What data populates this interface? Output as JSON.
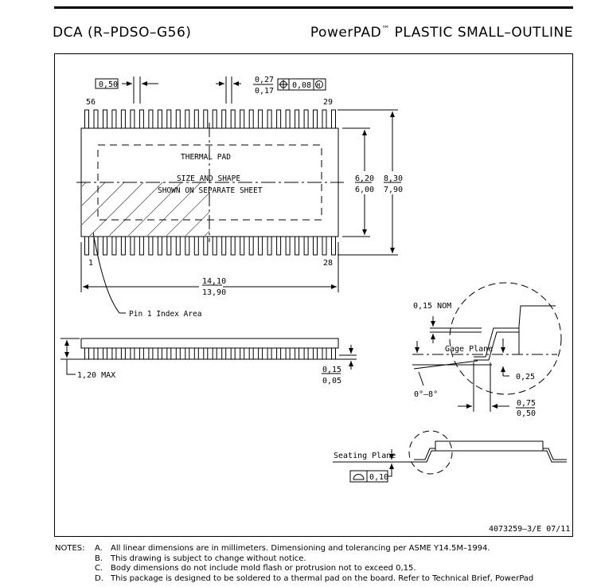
{
  "header": {
    "left": "DCA (R–PDSO–G56)",
    "right_brand": "PowerPAD",
    "right_tm": "™",
    "right_rest": "PLASTIC SMALL–OUTLINE"
  },
  "top_view": {
    "pitch": "0,50",
    "lead_width_max": "0,27",
    "lead_width_min": "0,17",
    "position_tol": "0,08",
    "modifier": "M",
    "pin_top_left": "56",
    "pin_top_right": "29",
    "pin_bottom_left": "1",
    "pin_bottom_right": "28",
    "thermal_line1": "THERMAL PAD",
    "thermal_line2": "SIZE AND SHAPE",
    "thermal_line3": "SHOWN ON SEPARATE SHEET",
    "body_width_max": "6,20",
    "body_width_min": "6,00",
    "total_width_max": "8,30",
    "total_width_min": "7,90",
    "length_max": "14,10",
    "length_min": "13,90",
    "pin1_label": "Pin 1 Index Area"
  },
  "side_view": {
    "height_label": "1,20 MAX",
    "standoff_max": "0,15",
    "standoff_min": "0,05"
  },
  "detail": {
    "nom": "0,15 NOM",
    "gage_plane": "Gage Plane",
    "gage_height": "0,25",
    "angle": "0°–8°",
    "foot_max": "0,75",
    "foot_min": "0,50"
  },
  "seating": {
    "label": "Seating Plane",
    "coplanarity": "0,10"
  },
  "drawing_number": "4073259–3/E 07/11",
  "notes": {
    "title": "NOTES:",
    "items": [
      {
        "key": "A.",
        "text": "All linear dimensions are in millimeters.  Dimensioning and tolerancing per ASME Y14.5M–1994."
      },
      {
        "key": "B.",
        "text": "This drawing is subject to change without notice."
      },
      {
        "key": "C.",
        "text": "Body dimensions do not include mold flash or protrusion not to exceed 0,15."
      },
      {
        "key": "D.",
        "text": "This package is designed to be soldered to a thermal pad on the board.  Refer to Technical Brief, PowerPad"
      }
    ]
  }
}
